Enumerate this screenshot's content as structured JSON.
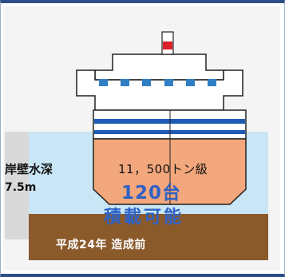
{
  "labels": {
    "depth_title": "岸壁水深",
    "depth_value": "7.5m",
    "tonnage": "11，500トン級",
    "car_capacity": "120台",
    "loading": "積載可能",
    "era": "平成24年 造成前"
  },
  "colors": {
    "frame": "#2e4f86",
    "quay": "#d9d9d9",
    "water": "#c8e6f5",
    "seabed": "#8b5a2b",
    "hull": "#f3a77c",
    "hull_stripe": "#1f5bb4",
    "superstructure": "#ffffff",
    "window": "#2f7fc4",
    "funnel_red": "#d92027",
    "text_blue": "#2f62c4"
  }
}
